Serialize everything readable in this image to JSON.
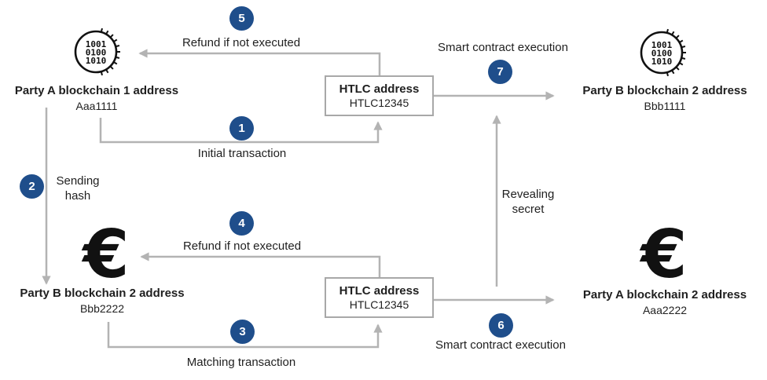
{
  "colors": {
    "accent": "#1f4e8b",
    "line": "#b3b3b3",
    "border": "#a8a8a8",
    "ink": "#1f1f1f"
  },
  "nodes": {
    "party_a_chain1": {
      "title": "Party A blockchain 1 address",
      "address": "Aaa1111"
    },
    "party_b_chain2_received": {
      "title": "Party B blockchain 2 address",
      "address": "Bbb1111"
    },
    "party_b_chain2": {
      "title": "Party B blockchain 2 address",
      "address": "Bbb2222"
    },
    "party_a_chain2_received": {
      "title": "Party A blockchain 2 address",
      "address": "Aaa2222"
    },
    "htlc1": {
      "title": "HTLC address",
      "address": "HTLC12345"
    },
    "htlc2": {
      "title": "HTLC address",
      "address": "HTLC12345"
    }
  },
  "steps": {
    "s1": {
      "number": "1",
      "label": "Initial transaction"
    },
    "s2": {
      "number": "2",
      "label_line1": "Sending",
      "label_line2": "hash"
    },
    "s3": {
      "number": "3",
      "label": "Matching transaction"
    },
    "s4": {
      "number": "4",
      "label": "Refund if not executed"
    },
    "s5": {
      "number": "5",
      "label": "Refund if not executed"
    },
    "s6": {
      "number": "6",
      "label": "Smart contract execution"
    },
    "s7": {
      "number": "7",
      "label": "Smart contract execution"
    }
  },
  "annotations": {
    "revealing_line1": "Revealing",
    "revealing_line2": "secret"
  },
  "icons": {
    "binary": {
      "line1": "1001",
      "line2": "0100",
      "line3": "1010"
    },
    "euro": {
      "glyph": "€"
    }
  }
}
